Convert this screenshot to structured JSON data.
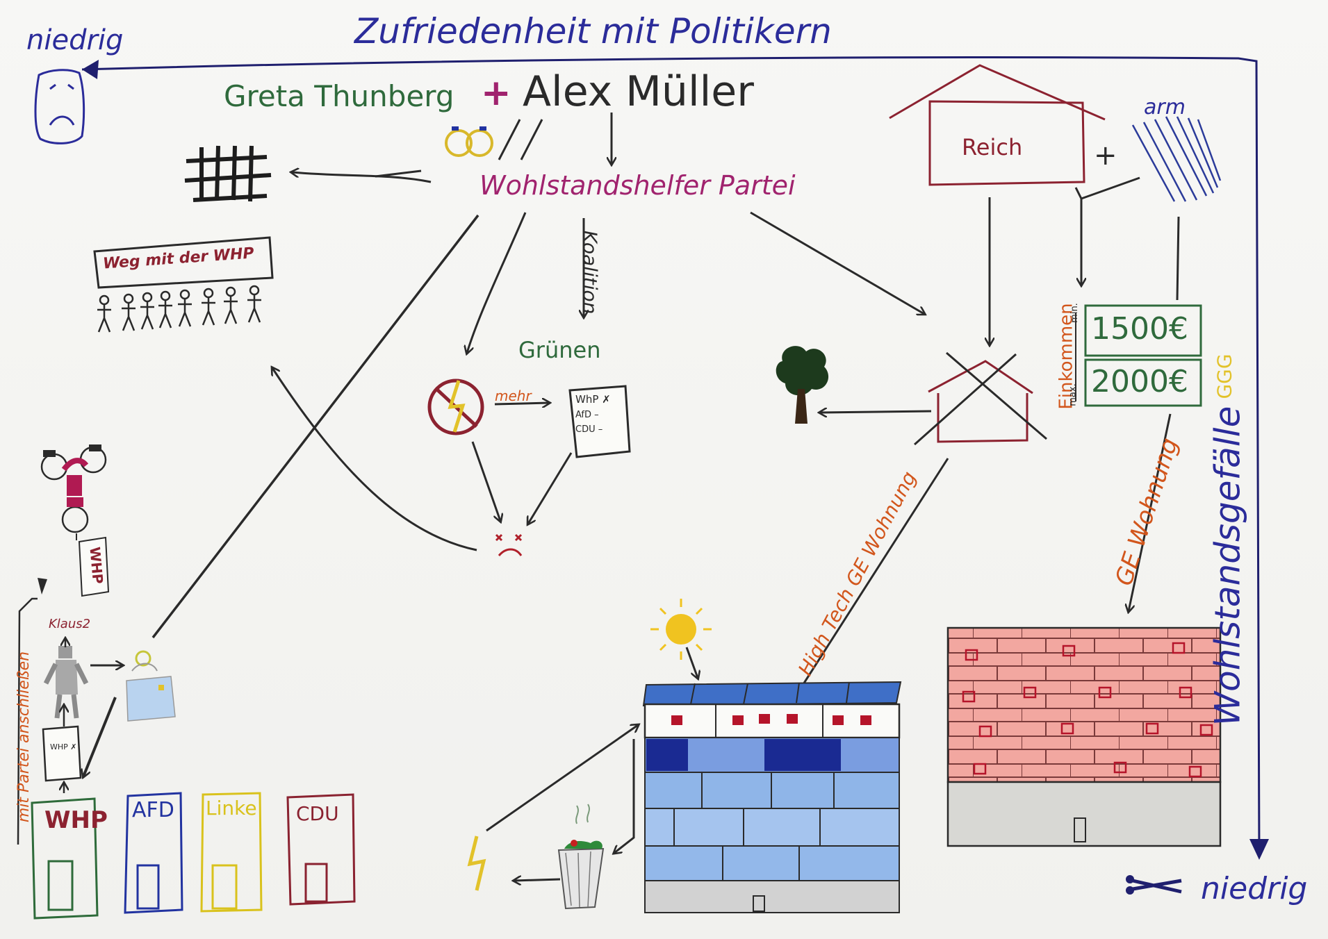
{
  "title": "Zufriedenheit mit Politikern",
  "corner_top_left": "niedrig",
  "corner_bottom_right": "niedrig",
  "right_axis": "Wohlstandsgefälle",
  "names": {
    "greta": "Greta Thunberg",
    "plus": "+",
    "alex": "Alex Müller"
  },
  "party_main": "Wohlstandshelfer Partei",
  "koalition": "Koalition",
  "gruenen": "Grünen",
  "mehr": "mehr",
  "banner": "Weg mit der WHP",
  "ballot": [
    "WhP ✗",
    "AfD –",
    "CDU –"
  ],
  "house": {
    "reich": "Reich",
    "plus": "+",
    "arm": "arm"
  },
  "einkommen": {
    "label": "Einkommen",
    "min": "min.",
    "max": "max.",
    "low": "1500€",
    "high": "2000€",
    "ggg": "GGG"
  },
  "high_tech": "High Tech GE Wohnung",
  "ge_wohnung": "GE Wohnung",
  "klaus": "Klaus2",
  "whp_sign": "WHP",
  "anschliessen": "mit Partei anschließen",
  "doc_mark": "WHP ✗",
  "parties": [
    {
      "name": "WHP",
      "color": "#2e6b3a"
    },
    {
      "name": "AFD",
      "color": "#2233a0"
    },
    {
      "name": "Linke",
      "color": "#d9c21c"
    },
    {
      "name": "CDU",
      "color": "#8a2230"
    }
  ],
  "colors": {
    "blue_ink": "#2b2c9a",
    "green_ink": "#2f6a3c",
    "magenta_ink": "#a0236e",
    "red_ink": "#8c2230",
    "orange_ink": "#d2561c",
    "black_ink": "#2a2a2a",
    "yellow_ink": "#e2c22a"
  },
  "icons": [
    "sad-face-icon",
    "rings-icon",
    "prison-bars-icon",
    "crowd-icon",
    "no-energy-icon",
    "ballot-icon",
    "angry-face-icon",
    "tree-icon",
    "crossed-house-icon",
    "rich-house-icon",
    "rain-icon",
    "sun-icon",
    "lightning-icon",
    "trash-bin-icon",
    "robot-icon",
    "figure-icon",
    "solar-panel-icon"
  ]
}
